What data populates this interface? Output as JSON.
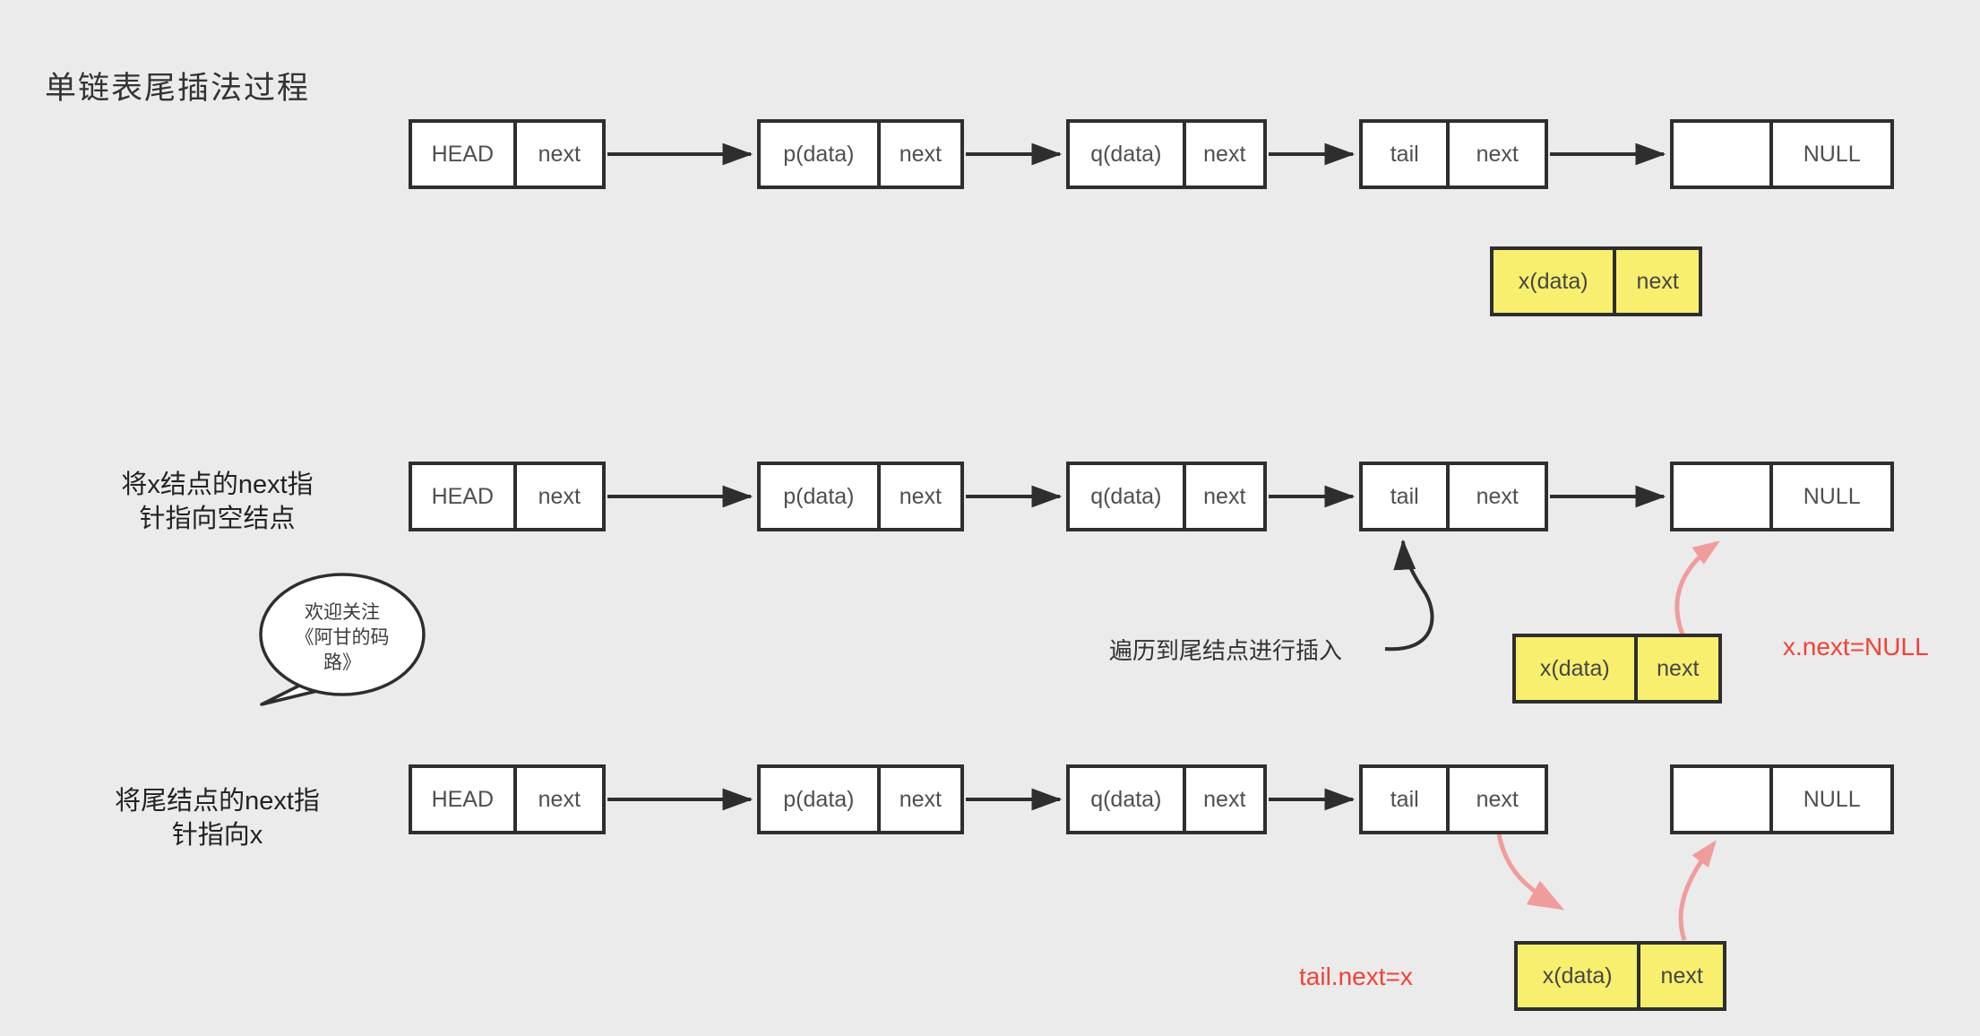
{
  "title": "单链表尾插法过程",
  "colors": {
    "background": "#ebebeb",
    "box_border": "#2e2e2e",
    "box_fill": "#ffffff",
    "highlight_fill": "#f7ef6d",
    "pink_arrow": "#f19c9c",
    "red_text": "#f04238"
  },
  "rows": [
    {
      "label_line1": "",
      "label_line2": "",
      "head": {
        "c1": "HEAD",
        "c2": "next"
      },
      "p": {
        "c1": "p(data)",
        "c2": "next"
      },
      "q": {
        "c1": "q(data)",
        "c2": "next"
      },
      "tail": {
        "c1": "tail",
        "c2": "next"
      },
      "nullnode": {
        "c1": "",
        "c2": "NULL"
      },
      "xnode": {
        "c1": "x(data)",
        "c2": "next"
      }
    },
    {
      "label_line1": "将x结点的next指",
      "label_line2": "针指向空结点",
      "head": {
        "c1": "HEAD",
        "c2": "next"
      },
      "p": {
        "c1": "p(data)",
        "c2": "next"
      },
      "q": {
        "c1": "q(data)",
        "c2": "next"
      },
      "tail": {
        "c1": "tail",
        "c2": "next"
      },
      "nullnode": {
        "c1": "",
        "c2": "NULL"
      },
      "xnode": {
        "c1": "x(data)",
        "c2": "next"
      }
    },
    {
      "label_line1": "将尾结点的next指",
      "label_line2": "针指向x",
      "head": {
        "c1": "HEAD",
        "c2": "next"
      },
      "p": {
        "c1": "p(data)",
        "c2": "next"
      },
      "q": {
        "c1": "q(data)",
        "c2": "next"
      },
      "tail": {
        "c1": "tail",
        "c2": "next"
      },
      "nullnode": {
        "c1": "",
        "c2": "NULL"
      },
      "xnode": {
        "c1": "x(data)",
        "c2": "next"
      }
    }
  ],
  "bubble": {
    "line1": "欢迎关注",
    "line2": "《阿甘的码",
    "line3": "路》"
  },
  "annotations": {
    "traverse_note": "遍历到尾结点进行插入",
    "x_next_null": "x.next=NULL",
    "tail_next_x": "tail.next=x"
  }
}
